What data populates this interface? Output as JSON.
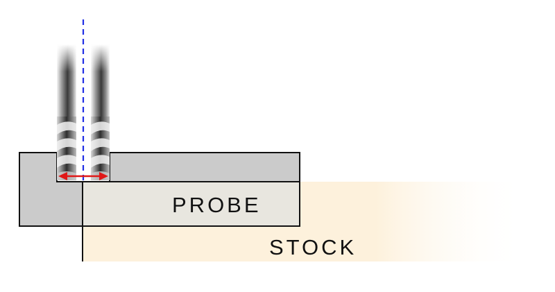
{
  "labels": {
    "probe": "PROBE",
    "stock": "STOCK"
  },
  "colors": {
    "probe_block": "#cbcbcb",
    "probe_face": "#e8e6df",
    "stock_fill": "#fdf1dc",
    "outline": "#111111",
    "axis_line": "#1f2ee6",
    "measure_arrow": "#e01818"
  },
  "icons": {
    "tool": "end-mill-flutes",
    "centerline": "dashed-axis",
    "measurement": "double-headed-arrow"
  }
}
